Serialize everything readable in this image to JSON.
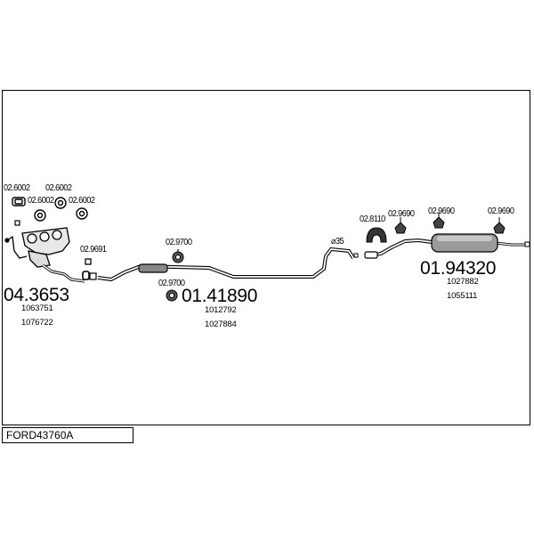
{
  "diagram": {
    "reference_code": "FORD43760A",
    "diameter_label": "⌀35",
    "part_labels": {
      "clamp_1": "02.6002",
      "clamp_2": "02.6002",
      "clamp_3": "02.6002",
      "clamp_4": "02.6002",
      "clamp_5": "02.9691",
      "hanger_front_top": "02.9700",
      "hanger_front_bottom": "02.9700",
      "rubber_ring": "02.8110",
      "hanger_rear_1": "02.9690",
      "hanger_rear_2": "02.9690",
      "hanger_rear_3": "02.9690"
    },
    "assemblies": {
      "front": {
        "part_number": "04.3653",
        "oem_1": "1063751",
        "oem_2": "1076722"
      },
      "middle": {
        "part_number": "01.41890",
        "oem_1": "1012792",
        "oem_2": "1027884"
      },
      "rear": {
        "part_number": "01.94320",
        "oem_1": "1027882",
        "oem_2": "1055111"
      }
    }
  }
}
